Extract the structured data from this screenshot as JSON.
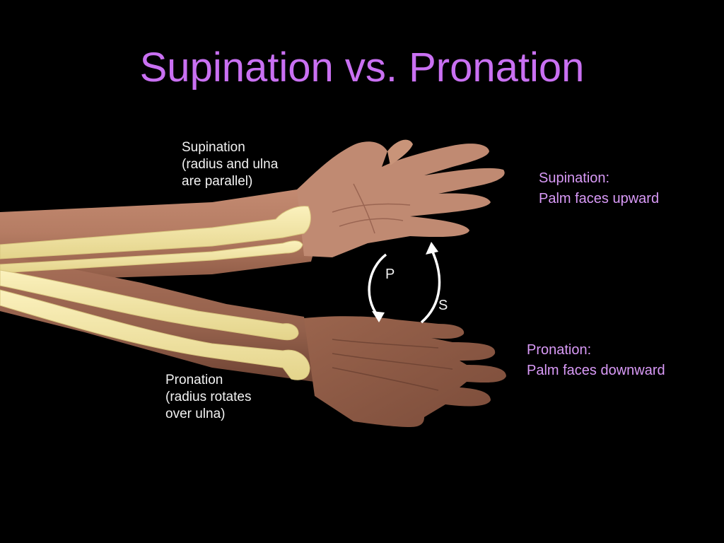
{
  "slide": {
    "title": "Supination vs. Pronation"
  },
  "figure": {
    "supination_label": {
      "line1": "Supination",
      "line2": "(radius and ulna",
      "line3": "are parallel)"
    },
    "pronation_label": {
      "line1": "Pronation",
      "line2": "(radius rotates",
      "line3": "over ulna)"
    },
    "arrow_p": "P",
    "arrow_s": "S"
  },
  "notes": {
    "supination": {
      "heading": "Supination:",
      "text": "Palm faces upward"
    },
    "pronation": {
      "heading": "Pronation:",
      "text": "Palm faces downward"
    }
  },
  "colors": {
    "title": "#c970f2",
    "note_text": "#d99af7",
    "skin": "#b8826a",
    "bone": "#f3e6a4",
    "label_text": "#f2f2f2"
  }
}
